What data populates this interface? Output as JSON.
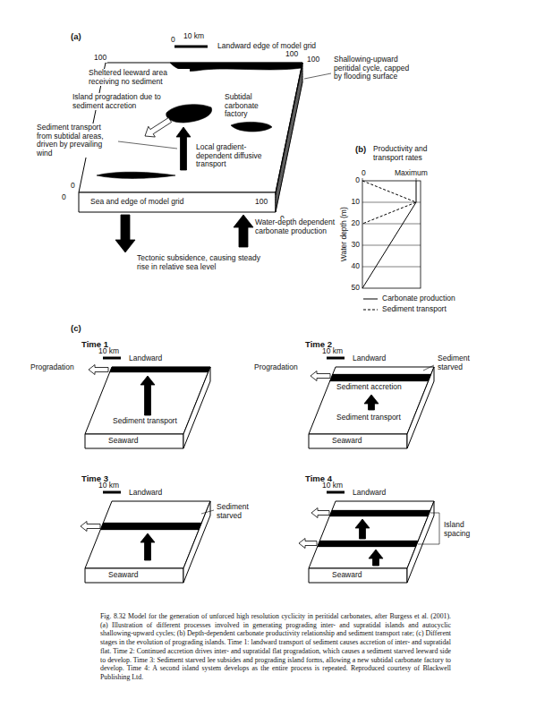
{
  "diagram": {
    "caption": "Fig. 8.32 Model for the generation of unforced high resolution cyclicity in peritidal carbonates, after Burgess et al. (2001). (a) Illustration of different processes involved in generating prograding inter- and supratidal islands and autocyclic shallowing-upward cycles; (b) Depth-dependent carbonate productivity relationship and sediment transport rate; (c) Different stages in the evolution of prograding islands. Time 1: landward transport of sediment causes accretion of inter- and supratidal flat. Time 2: Continued accretion drives inter- and supratidal flat progradation, which causes a sediment starved leeward side to develop. Time 3: Sediment starved lee subsides and prograding island forms, allowing a new subtidal carbonate factory to develop. Time 4: A second island system develops as the entire process is repeated. Reproduced courtesy of Blackwell Publishing Ltd.",
    "labels": [
      "(a)",
      "0",
      "10 km",
      "Landward edge of model grid",
      "100",
      "100",
      "100",
      "Sheltered leeward area receiving no sediment",
      "Shallowing-upward peritidal cycle, capped by flooding surface",
      "Island progradation due to sediment accretion",
      "Subtidal carbonate factory",
      "Sediment transport from subtidal areas, driven by prevailing wind",
      "Local gradient-dependent diffusive transport",
      "0",
      "0",
      "Sea and edge of model grid",
      "100",
      "0",
      "Water-depth dependent carbonate production",
      "Tectonic subsidence, causing steady rise in relative sea level",
      "(b)",
      "Productivity and transport rates",
      "0",
      "Maximum",
      "Water depth (m)",
      "0",
      "10",
      "20",
      "30",
      "40",
      "50",
      "(c)",
      "Time 1",
      "10 km",
      "Landward",
      "Progradation",
      "Sediment transport",
      "Seaward",
      "Time 2",
      "10 km",
      "Landward",
      "Sediment starved",
      "Progradation",
      "Sediment accretion",
      "Sediment transport",
      "Seaward",
      "Time 3",
      "10 km",
      "Landward",
      "Sediment starved",
      "Seaward",
      "Time 4",
      "10 km",
      "Landward",
      "Island spacing",
      "Seaward"
    ],
    "legend": [
      {
        "text": "Carbonate production"
      },
      {
        "text": "Sediment transport"
      }
    ]
  }
}
